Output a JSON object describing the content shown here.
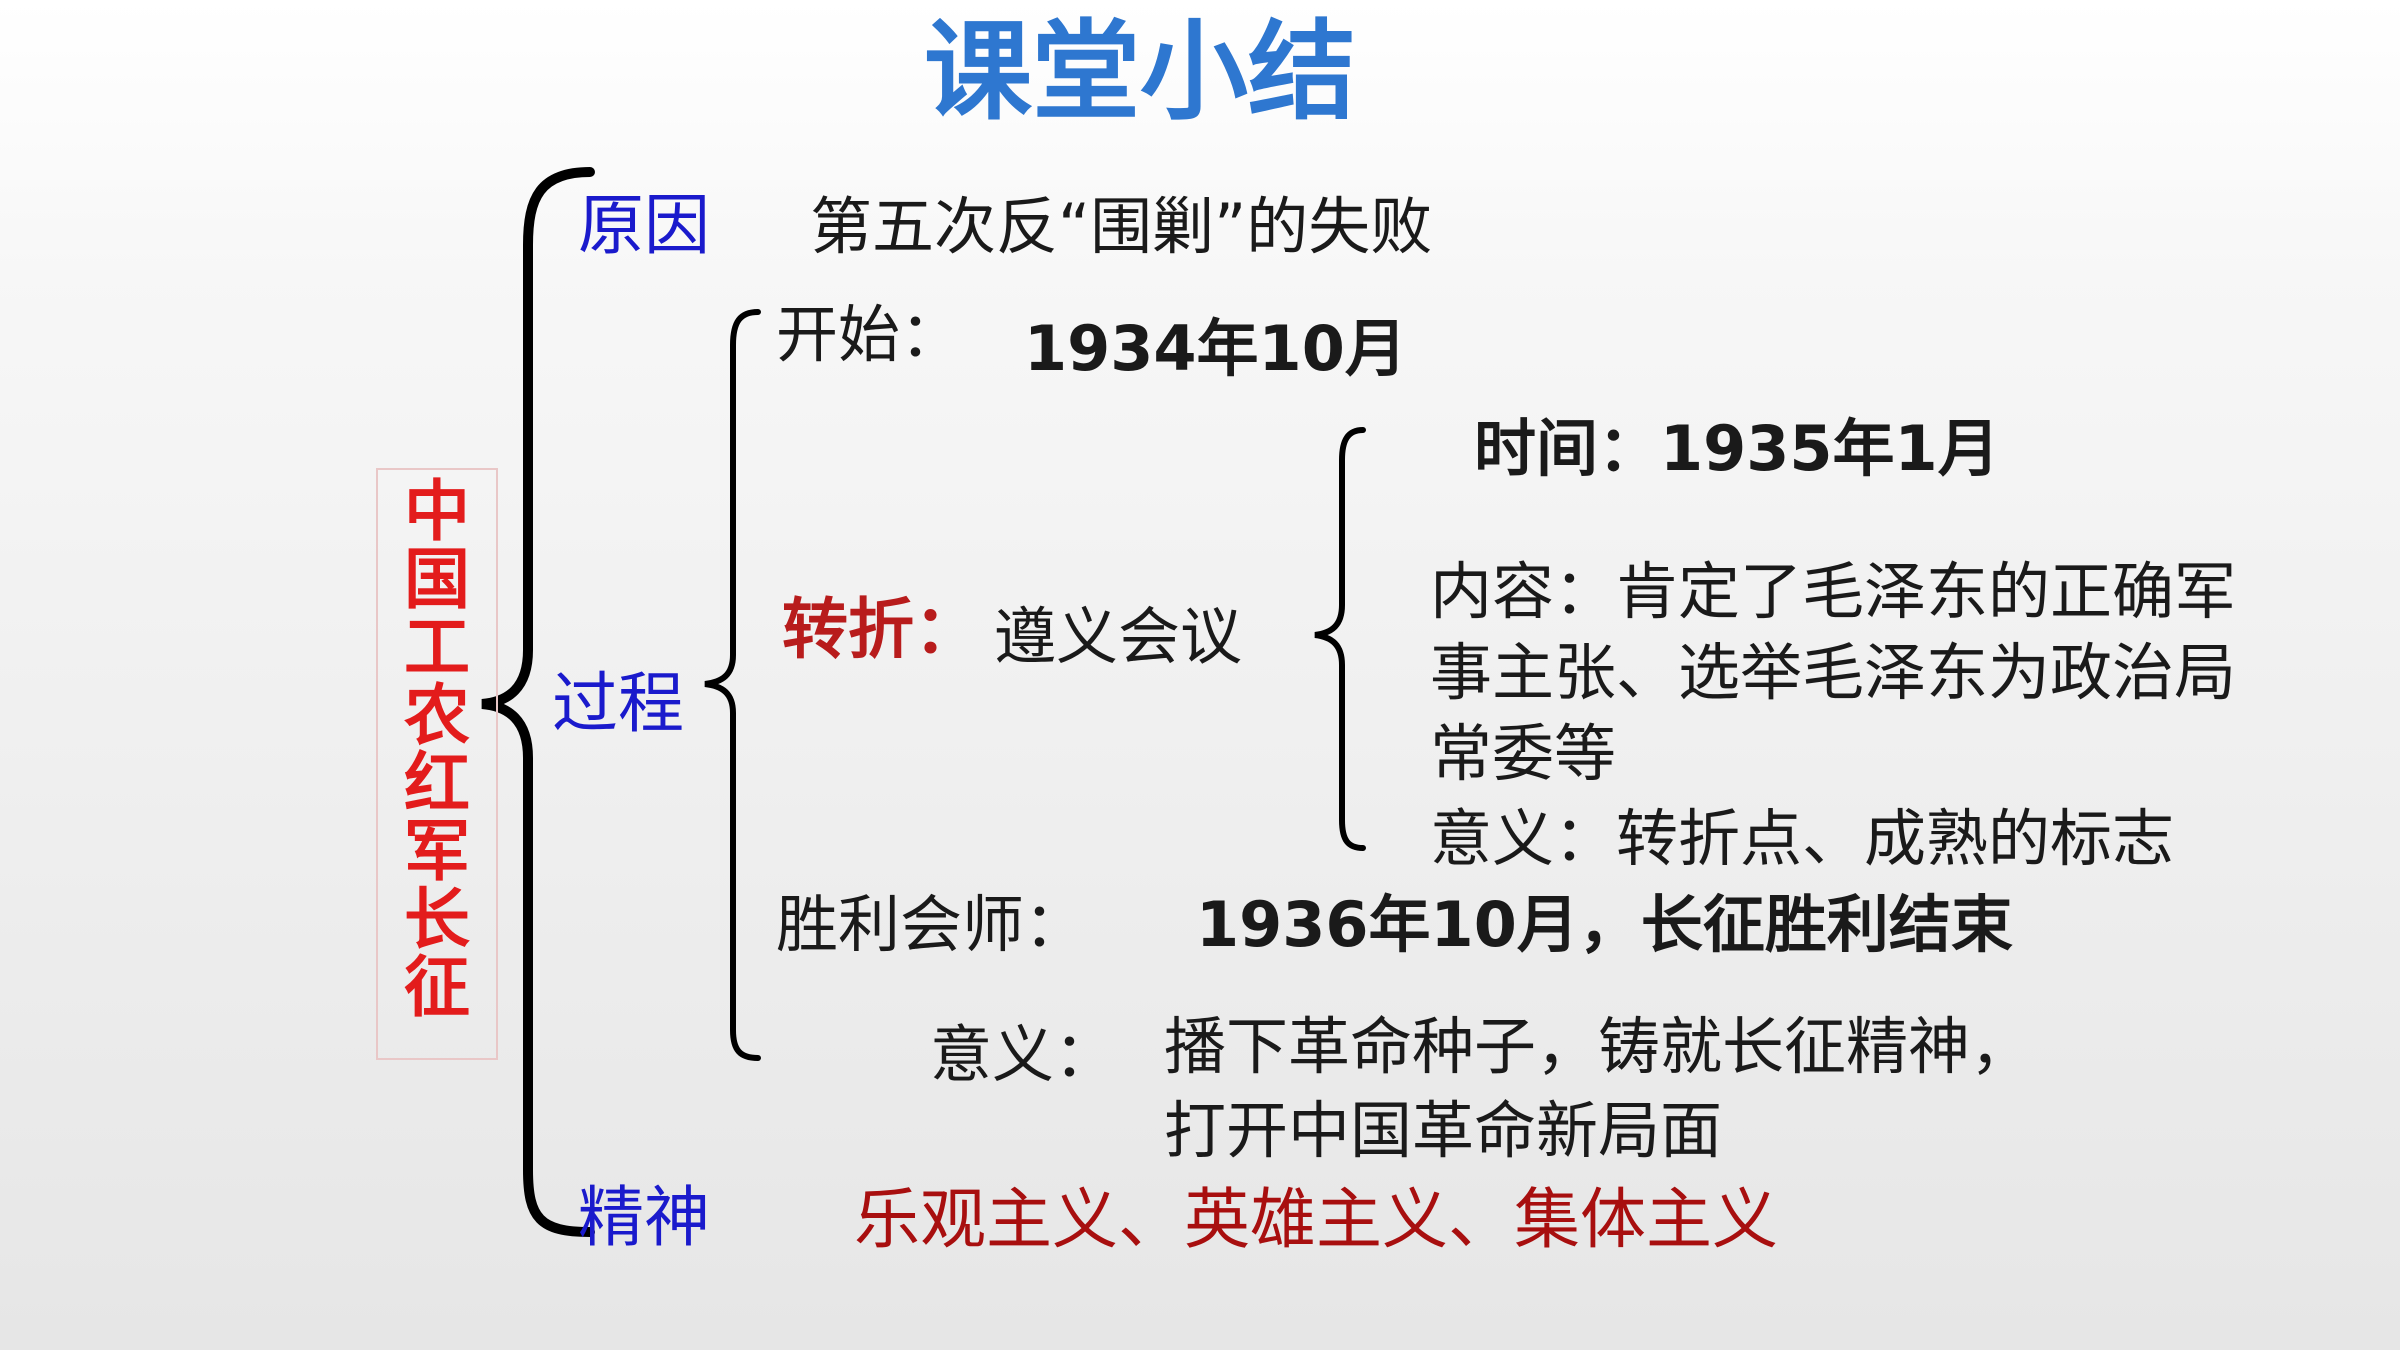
{
  "title": "课堂小结",
  "topic": [
    "中",
    "国",
    "工",
    "农",
    "红",
    "军",
    "长",
    "征"
  ],
  "sections": {
    "cause": {
      "label": "原因",
      "text": "第五次反“围剿”的失败"
    },
    "process": {
      "label": "过程",
      "start_label": "开始：",
      "start_value": "1934年10月",
      "turning_label": "转折：",
      "turning_value": "遵义会议",
      "turning_time": "时间：1935年1月",
      "turning_content": [
        "内容：肯定了毛泽东的正确军",
        "事主张、选举毛泽东为政治局",
        "常委等"
      ],
      "turning_meaning": "意义：转折点、成熟的标志",
      "victory_label": "胜利会师：",
      "victory_value": "1936年10月，长征胜利结束",
      "meaning_label": "意义：",
      "meaning_lines": [
        "播下革命种子，铸就长征精神，",
        "打开中国革命新局面"
      ]
    },
    "spirit": {
      "label": "精神",
      "text": "乐观主义、英雄主义、集体主义"
    }
  }
}
